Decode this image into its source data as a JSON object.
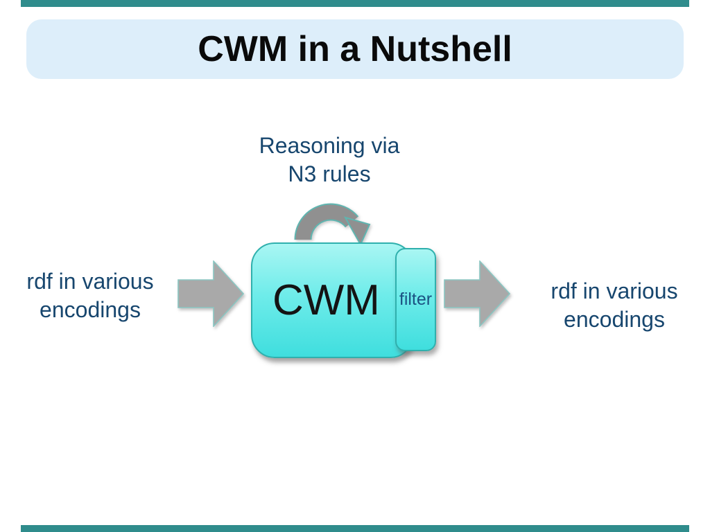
{
  "title": "CWM in a Nutshell",
  "reasoning": {
    "line1": "Reasoning via",
    "line2": "N3 rules"
  },
  "left_label": {
    "line1": "rdf in various",
    "line2": "encodings"
  },
  "right_label": {
    "line1": "rdf in various",
    "line2": "encodings"
  },
  "cwm": {
    "label": "CWM"
  },
  "filter": {
    "label": "filter"
  },
  "icons": {
    "loop_arrow": "loop-arrow-icon",
    "input_arrow": "right-arrow-icon",
    "output_arrow": "right-arrow-icon"
  },
  "colors": {
    "edge_bar_teal": "#2f8c8c",
    "title_box_bg": "#ddeefa",
    "title_text": "#0a0a0a",
    "navy_text": "#17466e",
    "box_cyan_top": "#a9f6f3",
    "box_cyan_bottom": "#3fdede",
    "box_border_teal": "#2fb0ad",
    "filter_text": "#1b5282",
    "arrow_gray": "#a9a9a9",
    "arrow_outline_teal": "#8ac6c2",
    "loop_arrow_gray": "#909090",
    "loop_arrow_outline": "#5fb5b0"
  }
}
